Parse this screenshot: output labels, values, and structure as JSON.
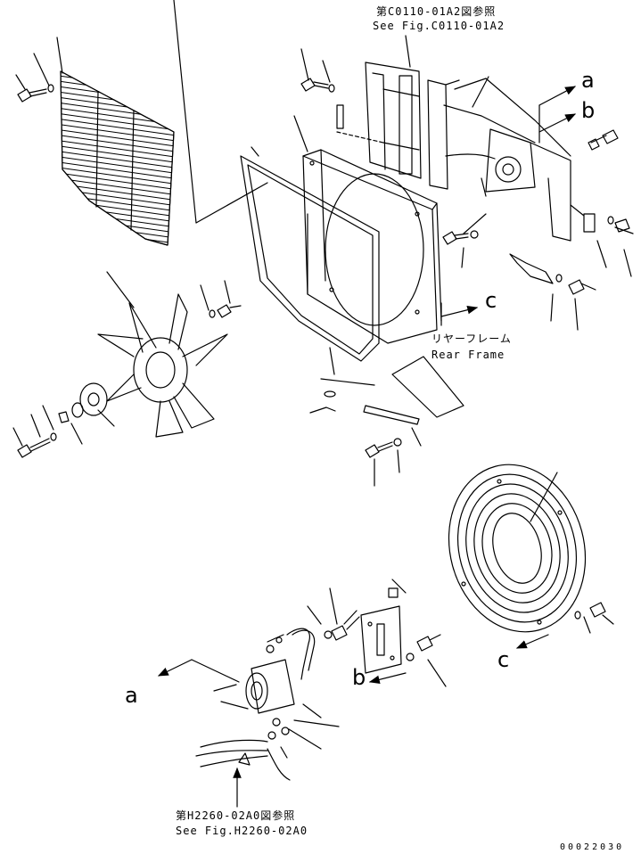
{
  "references": {
    "top": {
      "jp": "第C0110-01A2図参照",
      "en": "See Fig.C0110-01A2"
    },
    "bottom": {
      "jp": "第H2260-02A0図参照",
      "en": "See Fig.H2260-02A0"
    }
  },
  "rear_frame": {
    "jp": "リヤーフレーム",
    "en": "Rear Frame"
  },
  "arrow_labels": {
    "a_top": "a",
    "b_top": "b",
    "c_top": "c",
    "a_bottom": "a",
    "b_bottom": "b",
    "c_bottom": "c"
  },
  "drawing_number": "00022030"
}
